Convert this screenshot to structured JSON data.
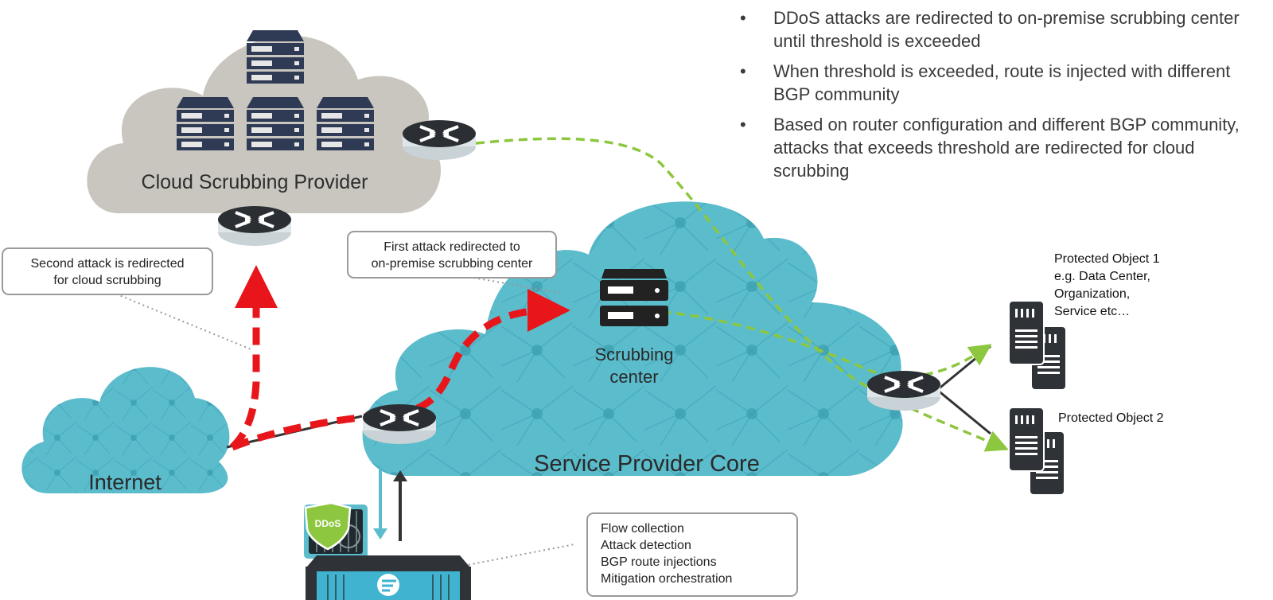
{
  "bullets": [
    "DDoS attacks are redirected to on-premise scrubbing center until threshold is exceeded",
    "When threshold is exceeded, route is injected with different BGP community",
    "Based on router configuration and different BGP community, attacks that exceeds threshold are redirected for cloud scrubbing"
  ],
  "bullet_glyph": "•",
  "clouds": {
    "cloud_provider": "Cloud Scrubbing Provider",
    "sp_core": "Service Provider Core",
    "internet": "Internet"
  },
  "scrubbing_center": {
    "line1": "Scrubbing",
    "line2": "center"
  },
  "callouts": {
    "second_attack": [
      "Second attack is redirected",
      "for cloud scrubbing"
    ],
    "first_attack": [
      "First attack redirected to",
      "on-premise scrubbing center"
    ],
    "appliance_functions": [
      "Flow collection",
      "Attack detection",
      "BGP route injections",
      "Mitigation orchestration"
    ]
  },
  "protected_objects": {
    "object1": [
      "Protected Object 1",
      "e.g. Data Center,",
      "Organization,",
      "Service etc…"
    ],
    "object2": "Protected Object 2"
  },
  "ddos_badge": "DDoS",
  "colors": {
    "attack_red": "#e8161b",
    "clean_green": "#8dc63f",
    "cloud_teal": "#5bbccc",
    "cloud_gray": "#c8c6bf",
    "server_dark": "#2f3338",
    "callout_border": "#9a9a9a",
    "ddos_green": "#8dc63f"
  }
}
